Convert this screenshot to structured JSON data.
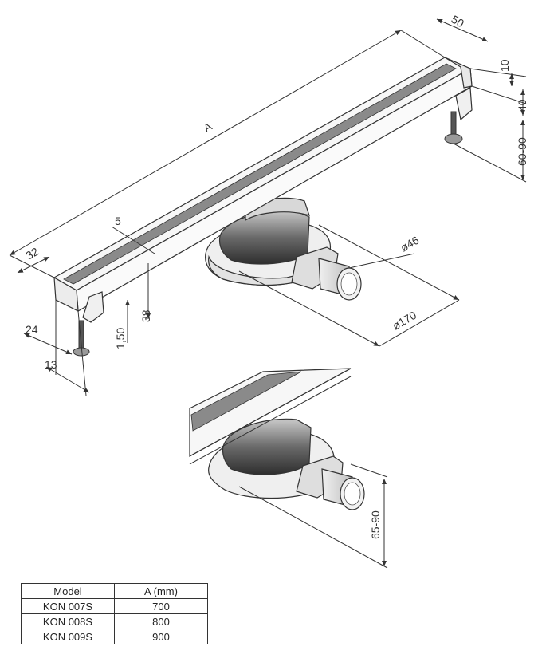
{
  "dimensions": {
    "a": "A",
    "d50": "50",
    "d10": "10",
    "d40": "40",
    "d60_90": "60-90",
    "d5": "5",
    "d32": "32",
    "d46": "ø46",
    "d38": "38",
    "d1_50": "1,50",
    "d24": "24",
    "d13": "13",
    "d170": "ø170",
    "d65_90": "65-90"
  },
  "table": {
    "headers": [
      "Model",
      "A (mm)"
    ],
    "rows": [
      [
        "KON 007S",
        "700"
      ],
      [
        "KON 008S",
        "800"
      ],
      [
        "KON 009S",
        "900"
      ]
    ]
  }
}
